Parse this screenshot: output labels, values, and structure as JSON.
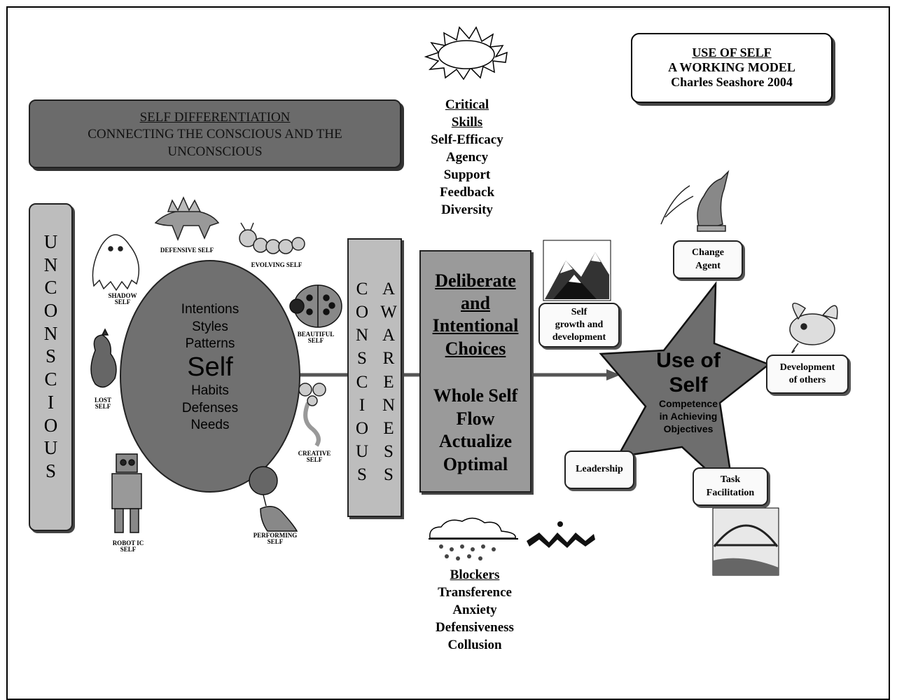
{
  "title_box": {
    "line1": "USE OF SELF",
    "line2": "A WORKING MODEL",
    "line3": "Charles Seashore 2004"
  },
  "self_diff": {
    "line1": "SELF DIFFERENTIATION",
    "line2": "CONNECTING THE CONSCIOUS AND THE",
    "line3": "UNCONSCIOUS"
  },
  "unconscious": [
    "U",
    "N",
    "C",
    "O",
    "N",
    "S",
    "C",
    "I",
    "O",
    "U",
    "S"
  ],
  "conscious": [
    "C",
    "O",
    "N",
    "S",
    "C",
    "I",
    "O",
    "U",
    "S"
  ],
  "awareness": [
    "A",
    "W",
    "A",
    "R",
    "E",
    "N",
    "E",
    "S",
    "S"
  ],
  "self_circle": {
    "top": [
      "Intentions",
      "Styles",
      "Patterns"
    ],
    "center": "Self",
    "bottom": [
      "Habits",
      "Defenses",
      "Needs"
    ]
  },
  "selves": {
    "shadow": [
      "SHADOW",
      "SELF"
    ],
    "defensive": [
      "DEFENSIVE SELF"
    ],
    "evolving": [
      "EVOLVING SELF"
    ],
    "beautiful": [
      "BEAUTIFUL",
      "SELF"
    ],
    "lost": [
      "LOST",
      "SELF"
    ],
    "creative": [
      "CREATIVE",
      "SELF"
    ],
    "robotic": [
      "ROBOT IC",
      "SELF"
    ],
    "performing": [
      "PERFORMING",
      "SELF"
    ]
  },
  "critical": {
    "h1": "Critical",
    "h2": "Skills",
    "items": [
      "Self-Efficacy",
      "Agency",
      "Support",
      "Feedback",
      "Diversity"
    ]
  },
  "choices": {
    "h": [
      "Deliberate",
      "and",
      "Intentional",
      "Choices"
    ],
    "items": [
      "Whole Self",
      "Flow",
      "Actualize",
      "Optimal"
    ]
  },
  "blockers": {
    "h": "Blockers",
    "items": [
      "Transference",
      "Anxiety",
      "Defensiveness",
      "Collusion"
    ]
  },
  "star": {
    "l1": "Use of",
    "l2": "Self",
    "sub": [
      "Competence",
      "in Achieving",
      "Objectives"
    ]
  },
  "outcomes": {
    "change": [
      "Change",
      "Agent"
    ],
    "growth": [
      "Self",
      "growth and",
      "development"
    ],
    "others": [
      "Development",
      "of others"
    ],
    "leadership": [
      "Leadership"
    ],
    "task": [
      "Task",
      "Facilitation"
    ]
  },
  "colors": {
    "dark_box": "#6b6b6b",
    "light_box": "#bdbdbd",
    "mid_box": "#9a9a9a",
    "ellipse": "#707070",
    "star": "#6e6e6e"
  }
}
